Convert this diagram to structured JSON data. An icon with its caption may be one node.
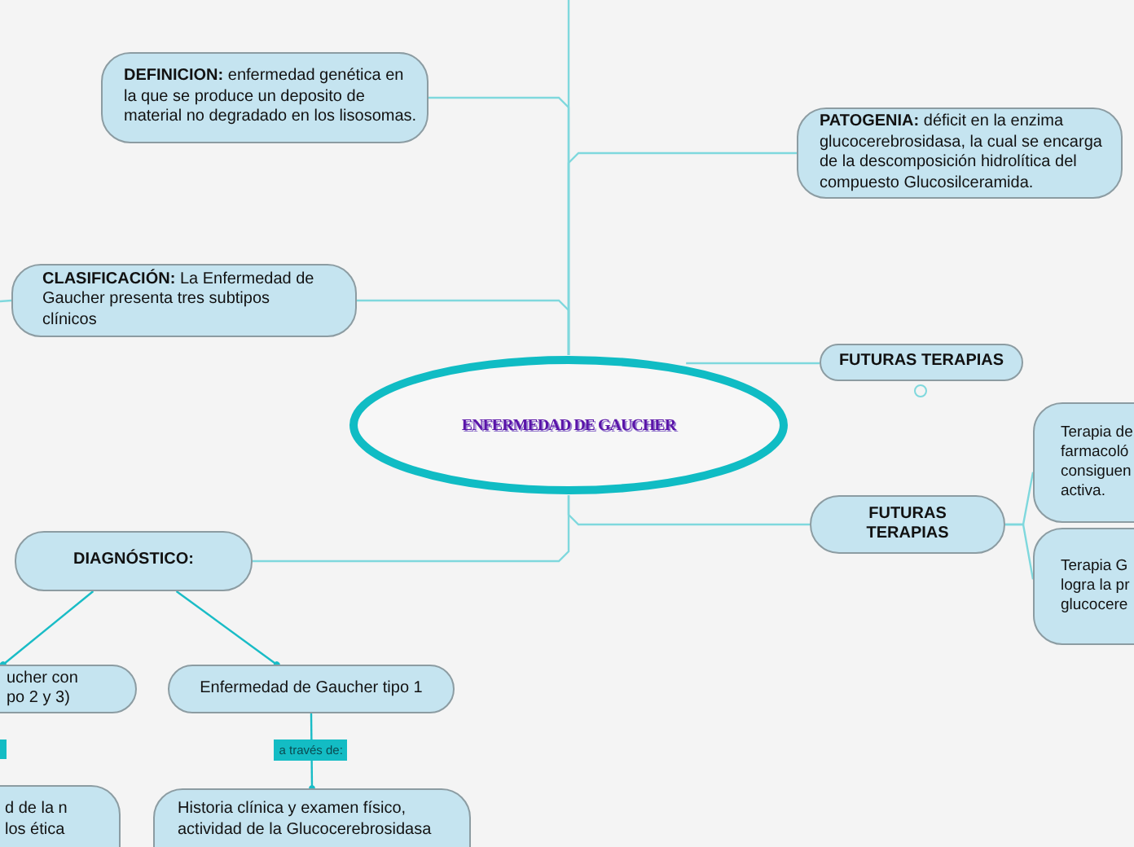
{
  "diagram": {
    "nodes": [
      {
        "text": [
          "ENFERMEDAD DE GAUCHER"
        ]
      },
      {
        "text": [
          "**DEFINICION:** enfermedad genética en la que se produce un deposito de material no degradado en los lisosomas."
        ]
      },
      {
        "text": [
          "**PATOGENIA:** déficit en la enzima glucocerebrosidasa, la cual se encarga de la descomposición hidrolítica del compuesto Glucosilceramida."
        ]
      },
      {
        "text": [
          "**CLASIFICACIÓN:** La Enfermedad de Gaucher presenta tres subtipos clínicos"
        ]
      },
      {
        "text": [
          "FUTURAS TERAPIAS"
        ]
      },
      {
        "text": [
          "FUTURAS TERAPIAS"
        ]
      },
      {
        "text": [
          "Terapia de farmacoló consiguen activa."
        ]
      },
      {
        "text": [
          "Terapia G logra la pr glucocere"
        ]
      },
      {
        "text": [
          "DIAGNÓSTICO:"
        ]
      },
      {
        "text": [
          "ucher con po 2 y 3)"
        ]
      },
      {
        "text": [
          "Enfermedad de Gaucher tipo 1"
        ]
      },
      {
        "text": [
          "d de la n los ética"
        ]
      },
      {
        "text": [
          "Historia clínica y examen físico, actividad de la Glucocerebrosidasa"
        ]
      }
    ],
    "edges": [
      {
        "from": 0,
        "to": 1,
        "arrow": "none"
      },
      {
        "from": 0,
        "to": 2,
        "arrow": "none"
      },
      {
        "from": 0,
        "to": 3,
        "arrow": "none"
      },
      {
        "from": 0,
        "to": null,
        "arrow": "none"
      },
      {
        "from": 0,
        "to": 4,
        "arrow": "none"
      },
      {
        "from": 0,
        "to": 5,
        "arrow": "none"
      },
      {
        "from": 0,
        "to": 8,
        "arrow": "none"
      },
      {
        "from": 5,
        "to": 6,
        "arrow": "none"
      },
      {
        "from": 5,
        "to": 7,
        "arrow": "none"
      },
      {
        "from": 8,
        "to": 9,
        "arrow": "other",
        "color": "#19bcc6"
      },
      {
        "from": 8,
        "to": 10,
        "arrow": "other",
        "color": "#19bcc6"
      },
      {
        "from": 10,
        "to": 12,
        "arrow": "other",
        "label": "a través de:",
        "color": "#19bcc6"
      },
      {
        "from": 3,
        "to": null,
        "arrow": "none"
      }
    ]
  }
}
